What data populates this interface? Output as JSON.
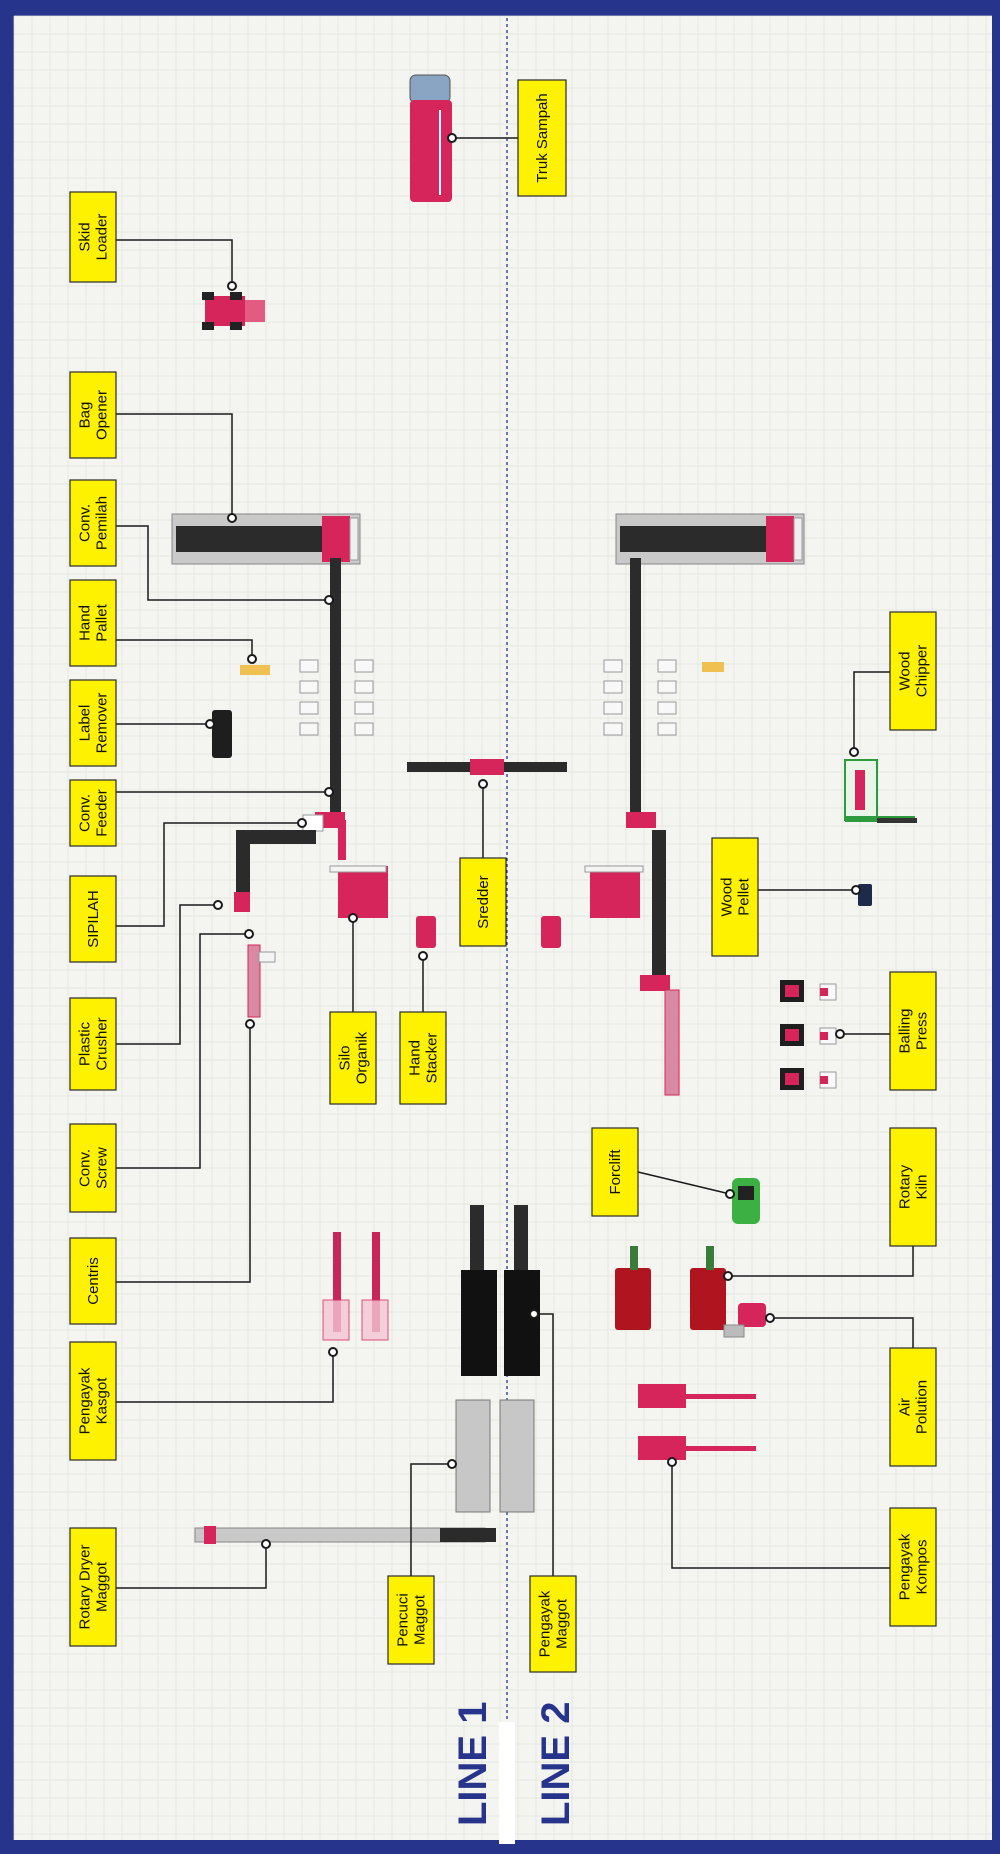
{
  "colors": {
    "frame": "#27348b",
    "paper": "#f4f5f0",
    "grid": "#e1e2dc",
    "label_fill": "#fff200",
    "label_border": "#2a2a2a",
    "machine_red": "#d6255a",
    "conveyor_dark": "#2b2b2b",
    "line_divider": "#27348b"
  },
  "lines": {
    "line1": "LINE 1",
    "line2": "LINE 2"
  },
  "labels": {
    "truk_sampah": "Truk Sampah",
    "skid_loader": "Skid\nLoader",
    "bag_opener": "Bag\nOpener",
    "conv_pemilah": "Conv.\nPemilah",
    "hand_pallet": "Hand\nPallet",
    "label_remover": "Label\nRemover",
    "conv_feeder": "Conv.\nFeeder",
    "sipilah": "SIPILAH",
    "plastic_crusher": "Plastic\nCrusher",
    "conv_screw": "Conv.\nScrew",
    "centris": "Centris",
    "pengayak_kasgot": "Pengayak\nKasgot",
    "rotary_dryer_maggot": "Rotary Dryer\nMaggot",
    "pencuci_maggot": "Pencuci\nMaggot",
    "pengayak_maggot": "Pengayak\nMaggot",
    "silo_organik": "Silo\nOrganik",
    "hand_stacker": "Hand\nStacker",
    "sredder": "Sredder",
    "forclift": "Forclift",
    "wood_pellet": "Wood\nPellet",
    "wood_chipper": "Wood\nChipper",
    "balling_press": "Balling\nPress",
    "rotary_kiln": "Rotary\nKiln",
    "air_polution": "Air\nPolution",
    "pengayak_kompos": "Pengayak\nKompos"
  }
}
